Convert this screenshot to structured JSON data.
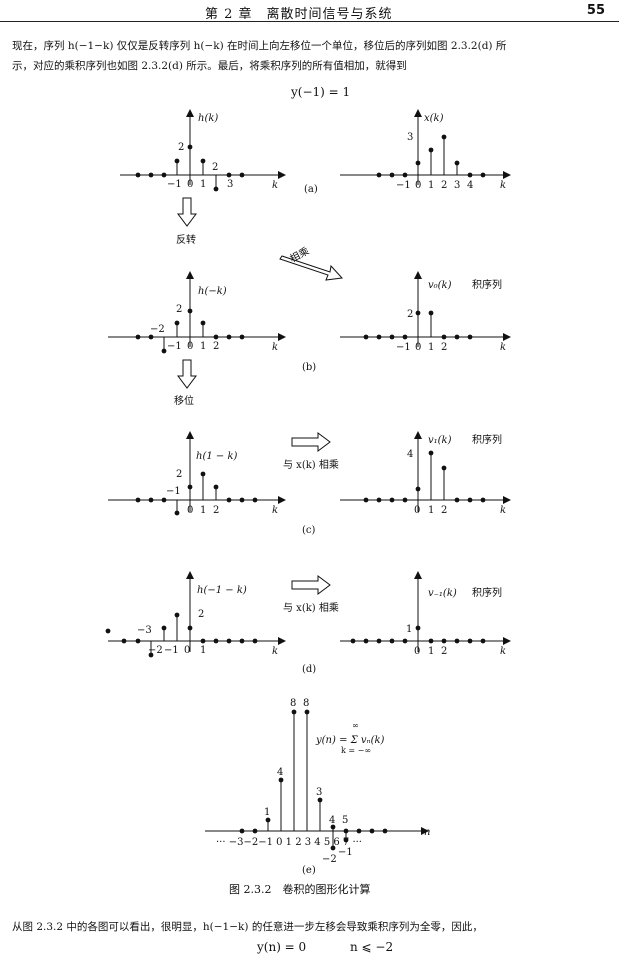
{
  "header": {
    "title": "第 2 章　离散时间信号与系统",
    "page": "55"
  },
  "para1": {
    "line1": "现在，序列 h(−1−k) 仅仅是反转序列 h(−k) 在时间上向左移位一个单位，移位后的序列如图 2.3.2(d) 所",
    "line2": "示，对应的乘积序列也如图 2.3.2(d) 所示。最后，将乘积序列的所有值相加，就得到"
  },
  "eq_top": "y(−1) = 1",
  "figure": {
    "k": "k",
    "n": "n",
    "a": {
      "label": "(a)",
      "h_title": "h(k)",
      "h_ytick": "2",
      "h_xticks": [
        "−1",
        "0",
        "1",
        "3"
      ],
      "h_lbl2": "2",
      "x_title": "x(k)",
      "x_ytick": "3",
      "x_xticks": [
        "−1",
        "0",
        "1",
        "2",
        "3",
        "4"
      ]
    },
    "arrow_reverse": "反转",
    "arrow_multiply": "相乘",
    "b": {
      "label": "(b)",
      "h_title": "h(−k)",
      "h_ytick": "2",
      "h_lbl_neg2": "−2",
      "h_xticks": [
        "−1",
        "0",
        "1",
        "2"
      ],
      "v_title": "v₀(k)",
      "v_ytick": "2",
      "v_xticks": [
        "−1",
        "0",
        "1",
        "2"
      ],
      "v_product": "积序列"
    },
    "arrow_shift": "移位",
    "c": {
      "label": "(c)",
      "h_title": "h(1 − k)",
      "h_ytick": "2",
      "h_lbl_neg1": "−1",
      "h_xticks": [
        "0",
        "1",
        "2"
      ],
      "mult": "与 x(k) 相乘",
      "v_title": "v₁(k)",
      "v_ytick": "4",
      "v_xticks": [
        "0",
        "1",
        "2"
      ],
      "v_product": "积序列"
    },
    "d": {
      "label": "(d)",
      "h_title": "h(−1 − k)",
      "h_lbl2": "2",
      "h_lbl_neg3": "−3",
      "h_xticks": [
        "−2",
        "−1",
        "0",
        "1"
      ],
      "mult": "与 x(k) 相乘",
      "v_title": "v₋₁(k)",
      "v_ytick": "1",
      "v_xticks": [
        "0",
        "1",
        "2"
      ],
      "v_product": "积序列"
    },
    "e": {
      "label": "(e)",
      "formula": "y(n) = Σ vₙ(k)",
      "sum_top": "∞",
      "sum_bot": "k = −∞",
      "xticks": "··· −3−2−1  0  1  2  3  4  5  6  7 ···",
      "vals": {
        "v1": "1",
        "v4": "4",
        "v8a": "8",
        "v8b": "8",
        "v3": "3",
        "v4b": "4",
        "v5": "5",
        "vm2": "−2",
        "vm1": "−1"
      }
    },
    "caption": "图 2.3.2　卷积的图形化计算"
  },
  "para2": "从图 2.3.2 中的各图可以看出，很明显，h(−1−k) 的任意进一步左移会导致乘积序列为全零，因此，",
  "eq_bottom": {
    "lhs": "y(n) = 0",
    "cond": "n ⩽ −2"
  }
}
